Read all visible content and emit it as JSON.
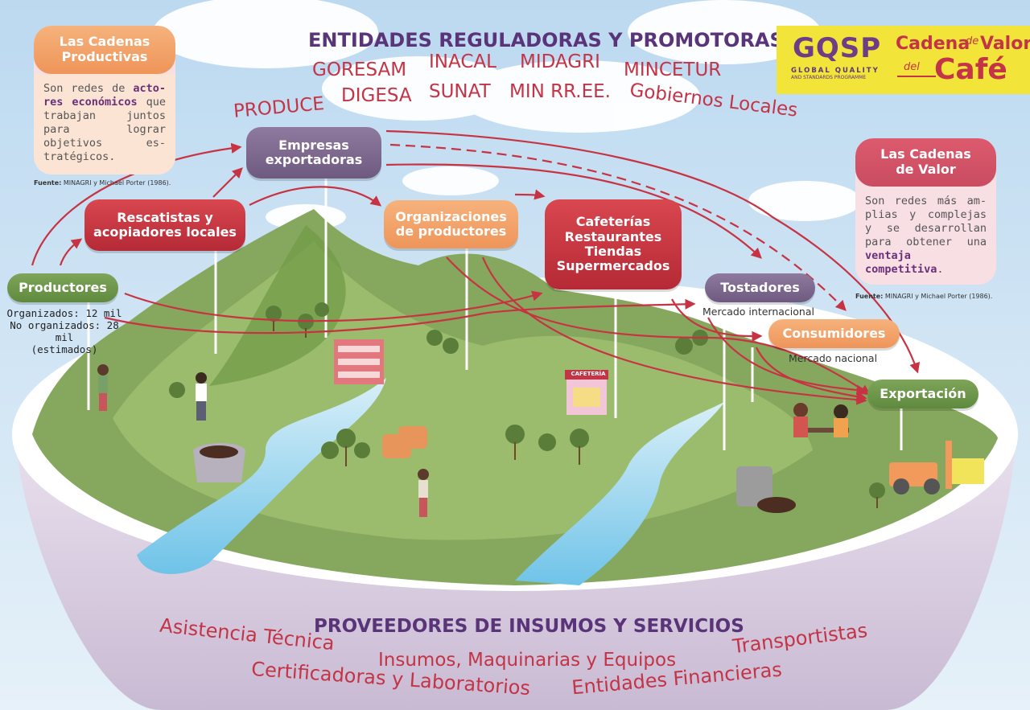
{
  "header": {
    "regulators_title": "ENTIDADES REGULADORAS Y PROMOTORAS",
    "regulators": [
      "GORESAM",
      "INACAL",
      "MIDAGRI",
      "MINCETUR",
      "PRODUCE",
      "DIGESA",
      "SUNAT",
      "MIN RR.EE.",
      "Gobiernos Locales"
    ]
  },
  "logo": {
    "brand": "GQSP",
    "tagline_1": "GLOBAL QUALITY",
    "tagline_2": "AND STANDARDS PROGRAMME",
    "title_1": "Cadena",
    "title_de": "de",
    "title_2": "Valor",
    "title_del": "del",
    "title_3": "Café"
  },
  "info_left": {
    "title_1": "Las Cadenas",
    "title_2": "Productivas",
    "body_pre": "Son redes de ",
    "body_bold": "acto-res económicos",
    "body_post": " que trabajan juntos para lograr objetivos es-tratégicos.",
    "source_label": "Fuente:",
    "source_text": " MINAGRI y Michael Porter (1986)."
  },
  "info_right": {
    "title_1": "Las Cadenas",
    "title_2": "de Valor",
    "body_pre": "Son redes más am-plias y complejas y se desarrollan para obtener una ",
    "body_bold": "ventaja competitiva",
    "body_post": ".",
    "source_label": "Fuente:",
    "source_text": " MINAGRI y Michael Porter (1986)."
  },
  "nodes": {
    "productores": "Productores",
    "productores_note_1": "Organizados: 12 mil",
    "productores_note_2": "No organizados: 28 mil",
    "productores_note_3": "(estimados)",
    "rescatistas_1": "Rescatistas y",
    "rescatistas_2": "acopiadores locales",
    "empresas_1": "Empresas",
    "empresas_2": "exportadoras",
    "organizaciones_1": "Organizaciones",
    "organizaciones_2": "de productores",
    "cafeterias_1": "Cafeterías",
    "cafeterias_2": "Restaurantes",
    "cafeterias_3": "Tiendas",
    "cafeterias_4": "Supermercados",
    "tostadores": "Tostadores",
    "tostadores_market": "Mercado internacional",
    "consumidores": "Consumidores",
    "consumidores_market": "Mercado nacional",
    "exportacion": "Exportación",
    "cafeteria_sign": "CAFETERÍA"
  },
  "footer": {
    "providers_title": "PROVEEDORES DE INSUMOS Y SERVICIOS",
    "providers": [
      "Asistencia Técnica",
      "Insumos, Maquinarias y Equipos",
      "Transportistas",
      "Certificadoras y Laboratorios",
      "Entidades Financieras"
    ]
  },
  "colors": {
    "purple": "#6e5a80",
    "red": "#c33446",
    "orange": "#ee955a",
    "green": "#5f8a3e",
    "logo_yellow": "#f3e43a",
    "title_purple": "#5a3479"
  }
}
